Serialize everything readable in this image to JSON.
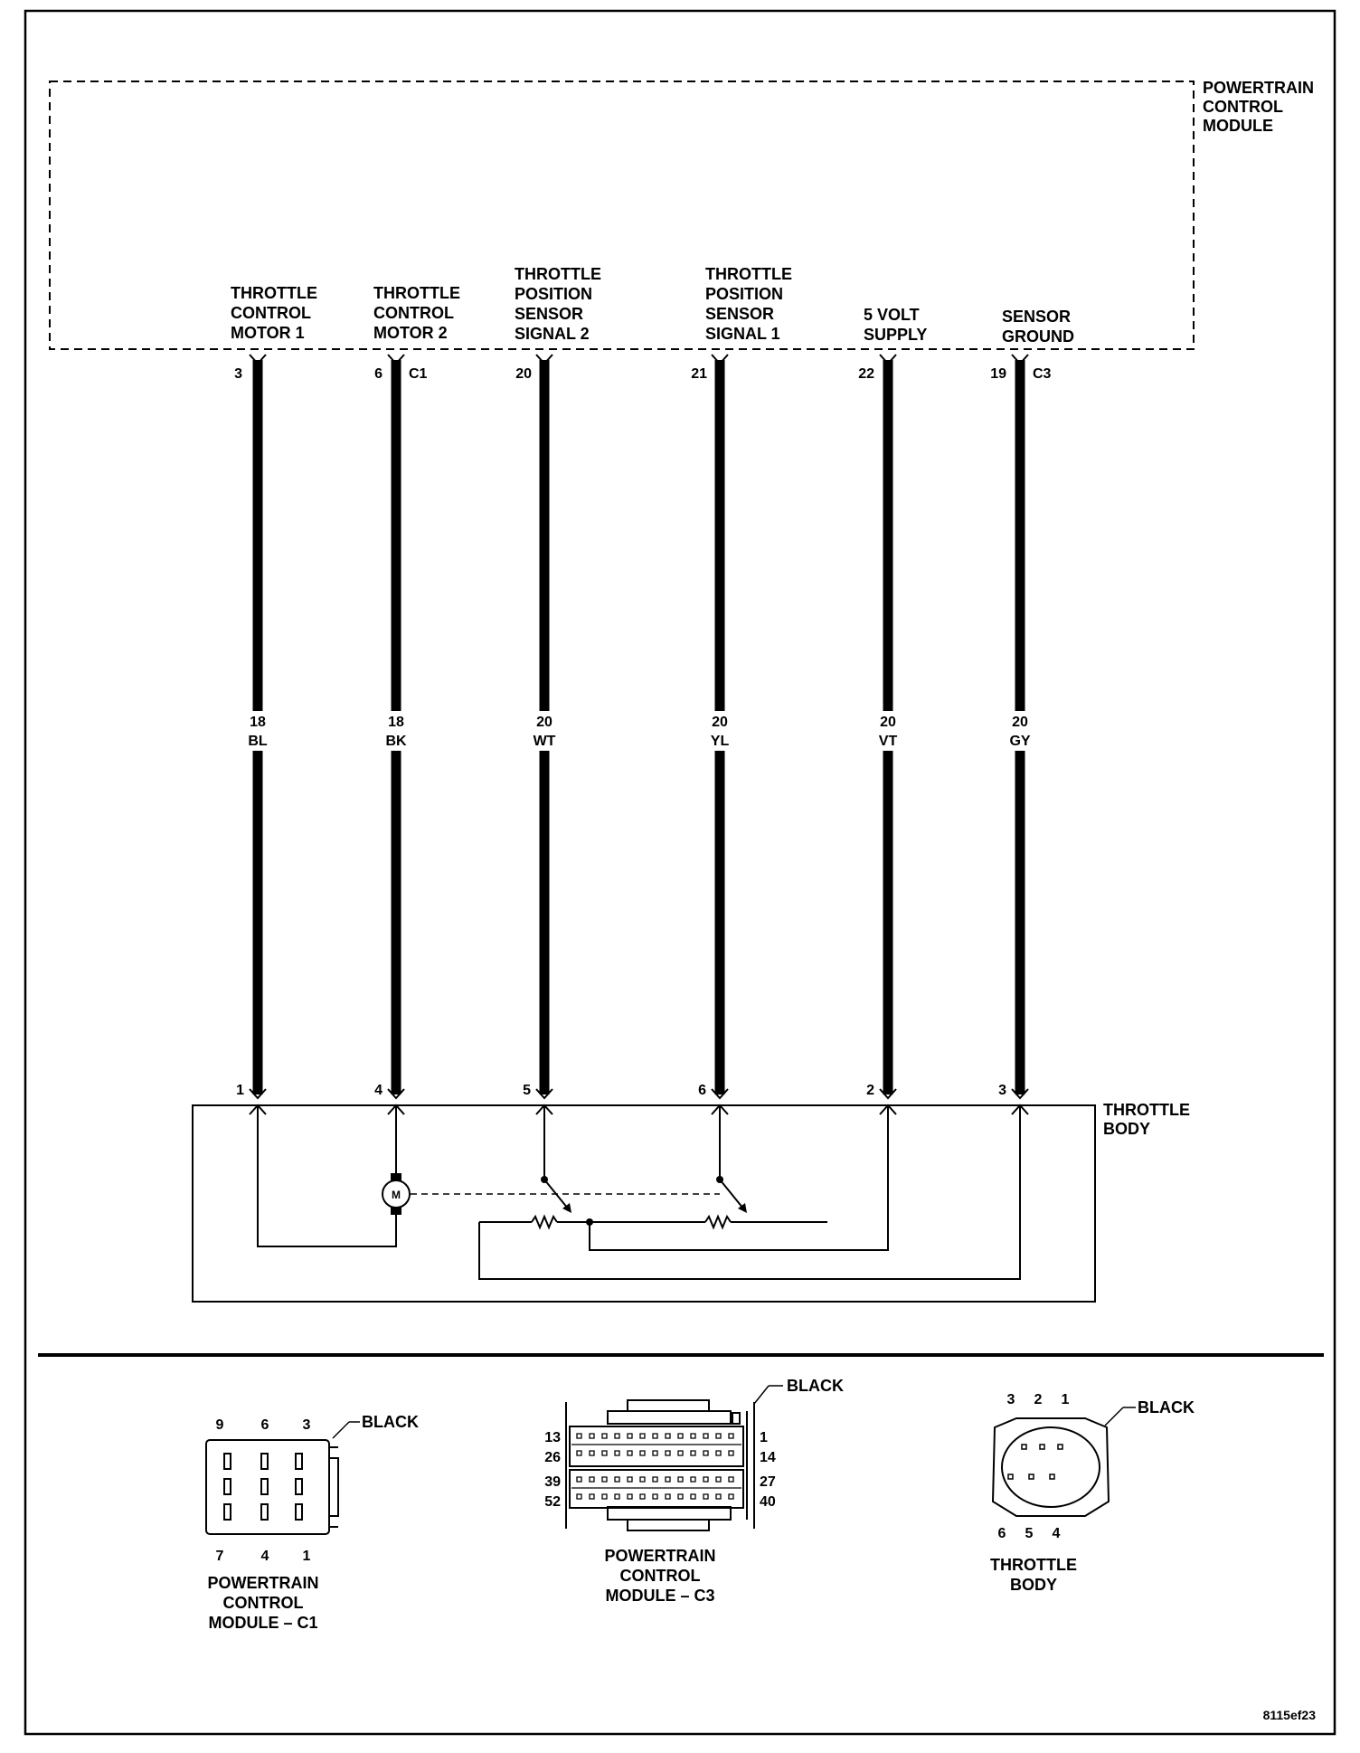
{
  "module": {
    "name_lines": [
      "POWERTRAIN",
      "CONTROL",
      "MODULE"
    ]
  },
  "circuits": [
    {
      "signal_lines": [
        "THROTTLE",
        "CONTROL",
        "MOTOR 1"
      ],
      "module_pin": "3",
      "module_connector": "",
      "gauge": "18",
      "color": "BL",
      "body_pin": "1"
    },
    {
      "signal_lines": [
        "THROTTLE",
        "CONTROL",
        "MOTOR 2"
      ],
      "module_pin": "6",
      "module_connector": "C1",
      "gauge": "18",
      "color": "BK",
      "body_pin": "4"
    },
    {
      "signal_lines": [
        "THROTTLE",
        "POSITION",
        "SENSOR",
        "SIGNAL 2"
      ],
      "module_pin": "20",
      "module_connector": "",
      "gauge": "20",
      "color": "WT",
      "body_pin": "5"
    },
    {
      "signal_lines": [
        "THROTTLE",
        "POSITION",
        "SENSOR",
        "SIGNAL 1"
      ],
      "module_pin": "21",
      "module_connector": "",
      "gauge": "20",
      "color": "YL",
      "body_pin": "6"
    },
    {
      "signal_lines": [
        "5 VOLT",
        "SUPPLY"
      ],
      "module_pin": "22",
      "module_connector": "",
      "gauge": "20",
      "color": "VT",
      "body_pin": "2"
    },
    {
      "signal_lines": [
        "SENSOR",
        "GROUND"
      ],
      "module_pin": "19",
      "module_connector": "C3",
      "gauge": "20",
      "color": "GY",
      "body_pin": "3"
    }
  ],
  "throttle_body": {
    "name_lines": [
      "THROTTLE",
      "BODY"
    ],
    "motor_symbol": "M"
  },
  "connector_views": {
    "c1": {
      "color_label": "BLACK",
      "top_pins": [
        "9",
        "6",
        "3"
      ],
      "bottom_pins": [
        "7",
        "4",
        "1"
      ],
      "caption_lines": [
        "POWERTRAIN",
        "CONTROL",
        "MODULE – C1"
      ]
    },
    "c3": {
      "color_label": "BLACK",
      "left_pins": [
        "13",
        "26",
        "39",
        "52"
      ],
      "right_pins": [
        "1",
        "14",
        "27",
        "40"
      ],
      "caption_lines": [
        "POWERTRAIN",
        "CONTROL",
        "MODULE – C3"
      ]
    },
    "tb": {
      "color_label": "BLACK",
      "top_pins": [
        "3",
        "2",
        "1"
      ],
      "bottom_pins": [
        "6",
        "5",
        "4"
      ],
      "caption_lines": [
        "THROTTLE",
        "BODY"
      ]
    }
  },
  "figure_id": "8115ef23"
}
